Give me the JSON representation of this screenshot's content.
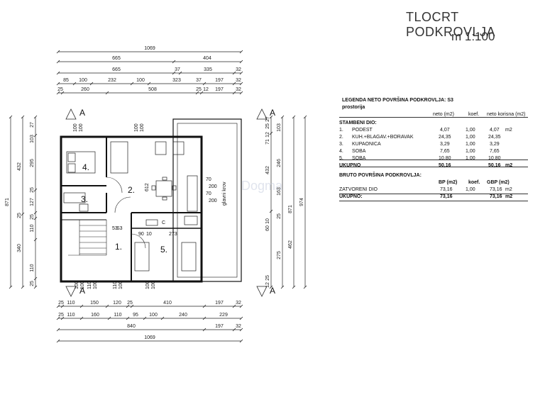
{
  "title": "TLOCRT PODKROVLJA",
  "scale": "m 1:100",
  "top_dims": {
    "row1": [
      "1069"
    ],
    "row2": [
      "665",
      "404"
    ],
    "row3": [
      "665",
      "37",
      "335",
      "32"
    ],
    "row4": [
      "85",
      "100",
      "232",
      "100",
      "323",
      "37",
      "197",
      "32"
    ],
    "row5": [
      "25",
      "260",
      "508",
      "25",
      "12",
      "197",
      "32"
    ]
  },
  "bottom_dims": {
    "row1": [
      "25",
      "110",
      "150",
      "120",
      "25",
      "410",
      "197",
      "32"
    ],
    "row2": [
      "25",
      "110",
      "160",
      "110",
      "95",
      "100",
      "240",
      "229"
    ],
    "row3": [
      "840",
      "197",
      "32"
    ],
    "row4": [
      "1069"
    ]
  },
  "left_dims": [
    "871",
    "432",
    "27",
    "295",
    "103",
    "25",
    "127",
    "25",
    "110",
    "25",
    "340",
    "110",
    "25"
  ],
  "right_dims": [
    "974",
    "871",
    "432",
    "246",
    "103",
    "27",
    "25",
    "12",
    "71",
    "163",
    "25",
    "10",
    "60",
    "462",
    "275",
    "25",
    "12"
  ],
  "section_marks": [
    "A",
    "A",
    "A",
    "A"
  ],
  "rooms": [
    "1.",
    "2.",
    "3.",
    "4.",
    "5."
  ],
  "plan_labels": [
    "100",
    "100",
    "100",
    "100",
    "100",
    "100",
    "100",
    "100",
    "110",
    "100",
    "110",
    "100",
    "612",
    "70",
    "200",
    "70",
    "200",
    "273",
    "90",
    "10",
    "53",
    "S3",
    "C",
    "glavni krov"
  ],
  "watermark": "Dogma",
  "legend": {
    "header": "LEGENDA NETO POVRŠINA PODKROVLJA: S3",
    "header2": "prostorija",
    "col_headers": [
      "neto (m2)",
      "koef.",
      "neto korisna (m2)"
    ],
    "section1": "STAMBENI DIO:",
    "rows": [
      {
        "n": "1.",
        "name": "PODEST",
        "neto": "4,07",
        "koef": "1,00",
        "korisna": "4,07",
        "unit": "m2"
      },
      {
        "n": "2.",
        "name": "KUH.+BLAGAV.+BORAVAK",
        "neto": "24,35",
        "koef": "1,00",
        "korisna": "24,35",
        "unit": ""
      },
      {
        "n": "3.",
        "name": "KUPAONICA",
        "neto": "3,29",
        "koef": "1,00",
        "korisna": "3,29",
        "unit": ""
      },
      {
        "n": "4.",
        "name": "SOBA",
        "neto": "7,65",
        "koef": "1,00",
        "korisna": "7,65",
        "unit": ""
      },
      {
        "n": "5.",
        "name": "SOBA",
        "neto": "10,80",
        "koef": "1,00",
        "korisna": "10,80",
        "unit": ""
      }
    ],
    "total_label": "UKUPNO",
    "total_neto": "50,16",
    "total_korisna": "50,16",
    "total_unit": "m2",
    "section2": "BRUTO POVRŠINA PODKROVLJA:",
    "bruto_headers": [
      "BP (m2)",
      "koef.",
      "GBP (m2)"
    ],
    "bruto_row": {
      "name": "ZATVORENI DIO",
      "bp": "73,16",
      "koef": "1,00",
      "gbp": "73,16",
      "unit": "m2"
    },
    "bruto_total": {
      "label": "UKUPNO:",
      "bp": "73,16",
      "gbp": "73,16",
      "unit": "m2"
    }
  }
}
